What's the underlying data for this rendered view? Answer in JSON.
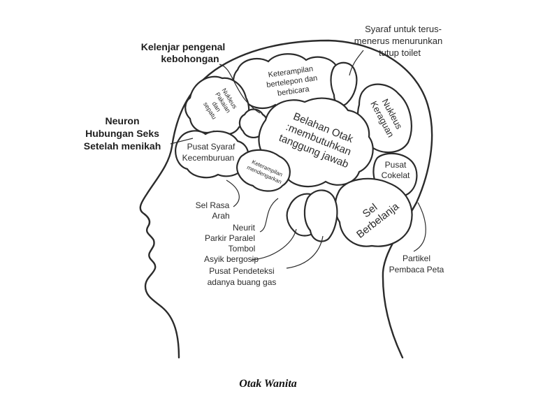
{
  "caption": "Otak Wanita",
  "labels": {
    "kelenjar_pengenal_1": "Kelenjar pengenal",
    "kelenjar_pengenal_2": "kebohongan",
    "neuron_1": "Neuron",
    "neuron_2": "Hubungan Seks",
    "neuron_3": "Setelah menikah",
    "syaraf_toilet_1": "Syaraf untuk terus-",
    "syaraf_toilet_2": "menerus menurunkan",
    "syaraf_toilet_3": "tutup toilet",
    "sel_rasa_1": "Sel Rasa",
    "sel_rasa_2": "Arah",
    "neurit_1": "Neurit",
    "neurit_2": "Parkir Paralel",
    "tombol": "Tombol",
    "asyik": "Asyik bergosip",
    "pusat_pendeteksi_1": "Pusat Pendeteksi",
    "pusat_pendeteksi_2": "adanya buang gas",
    "partikel_1": "Partikel",
    "partikel_2": "Pembaca Peta"
  },
  "lobes": {
    "telepon_1": "Keterampilan",
    "telepon_2": "bertelepon dan",
    "telepon_3": "berbicara",
    "nukleus_pakaian_1": "Nukleus",
    "nukleus_pakaian_2": "Pakaian",
    "nukleus_pakaian_3": "dan",
    "nukleus_pakaian_4": "sepatu",
    "nukleus_keraguan_1": "Nukleus",
    "nukleus_keraguan_2": "Keraguan",
    "belahan_1": "Belahan Otak",
    "belahan_2": ":membutuhkan",
    "belahan_3": "tanggung jawab",
    "cemburu_1": "Pusat Syaraf",
    "cemburu_2": "Kecemburuan",
    "mendengarkan_1": "Keterampilan",
    "mendengarkan_2": "mendengarkan",
    "cokelat_1": "Pusat",
    "cokelat_2": "Cokelat",
    "belanja_1": "Sel",
    "belanja_2": "Berbelanja"
  }
}
